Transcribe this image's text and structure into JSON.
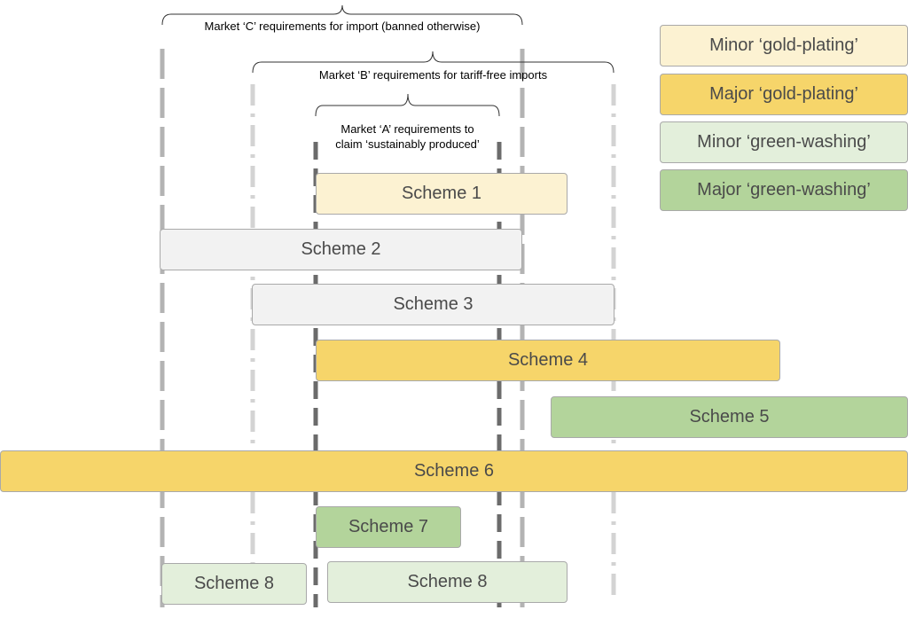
{
  "colors": {
    "minor_gold": "#fcf2d2",
    "major_gold": "#f6d56a",
    "minor_green": "#e3efdb",
    "major_green": "#b3d49b",
    "grey": "#f2f2f2",
    "line_a": "#6b6b6b",
    "line_b": "#d0d0d0",
    "line_c": "#b3b3b3"
  },
  "legend": {
    "minor_gold": "Minor ‘gold-plating’",
    "major_gold": "Major ‘gold-plating’",
    "minor_green": "Minor ‘green-washing’",
    "major_green": "Major ‘green-washing’"
  },
  "markets": {
    "c": "Market ‘C’ requirements for import (banned otherwise)",
    "b": "Market ‘B’ requirements for tariff-free imports",
    "a_line1": "Market ‘A’ requirements to",
    "a_line2": "claim ‘sustainably produced’"
  },
  "schemes": {
    "s1": "Scheme 1",
    "s2": "Scheme 2",
    "s3": "Scheme 3",
    "s4": "Scheme 4",
    "s5": "Scheme 5",
    "s6": "Scheme 6",
    "s7": "Scheme 7",
    "s8a": "Scheme 8",
    "s8b": "Scheme 8"
  }
}
